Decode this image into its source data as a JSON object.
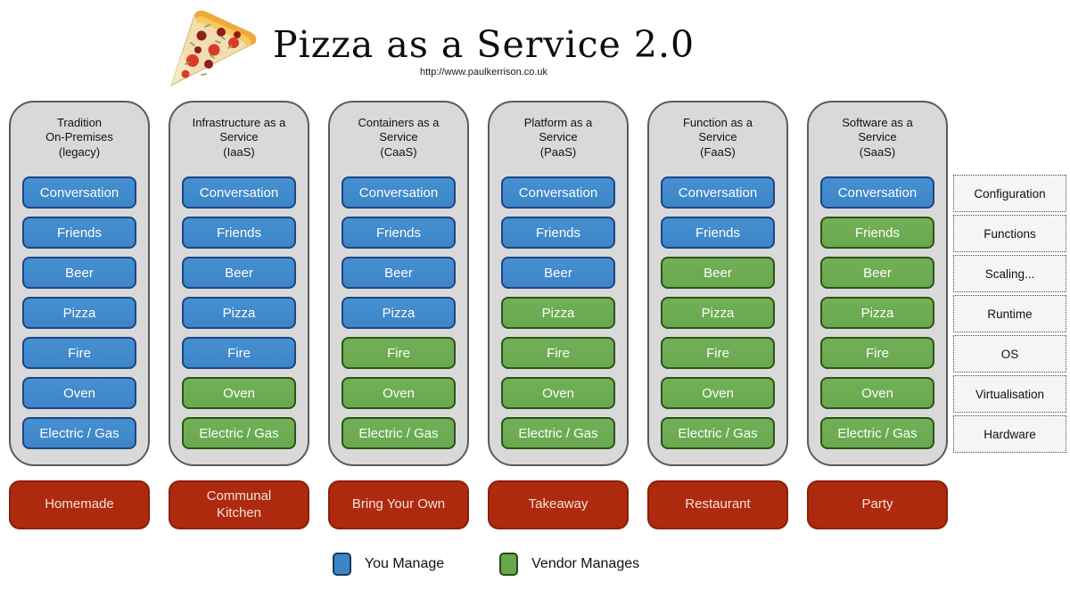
{
  "header": {
    "title": "Pizza as a Service 2.0",
    "url": "http://www.paulkerrison.co.uk",
    "icon": "pizza-slice"
  },
  "colors": {
    "you_manage_blue": "#3d85c6",
    "vendor_manages_green": "#6aa84f",
    "model_button_red": "#ae2a0f",
    "column_background": "#d9d9d9"
  },
  "columns": [
    {
      "heading": "Tradition\nOn-Premises\n(legacy)",
      "blocks": [
        {
          "label": "Conversation",
          "managed_by": "you"
        },
        {
          "label": "Friends",
          "managed_by": "you"
        },
        {
          "label": "Beer",
          "managed_by": "you"
        },
        {
          "label": "Pizza",
          "managed_by": "you"
        },
        {
          "label": "Fire",
          "managed_by": "you"
        },
        {
          "label": "Oven",
          "managed_by": "you"
        },
        {
          "label": "Electric / Gas",
          "managed_by": "you"
        }
      ]
    },
    {
      "heading": "Infrastructure as a\nService\n(IaaS)",
      "blocks": [
        {
          "label": "Conversation",
          "managed_by": "you"
        },
        {
          "label": "Friends",
          "managed_by": "you"
        },
        {
          "label": "Beer",
          "managed_by": "you"
        },
        {
          "label": "Pizza",
          "managed_by": "you"
        },
        {
          "label": "Fire",
          "managed_by": "you"
        },
        {
          "label": "Oven",
          "managed_by": "vendor"
        },
        {
          "label": "Electric / Gas",
          "managed_by": "vendor"
        }
      ]
    },
    {
      "heading": "Containers as a\nService\n(CaaS)",
      "blocks": [
        {
          "label": "Conversation",
          "managed_by": "you"
        },
        {
          "label": "Friends",
          "managed_by": "you"
        },
        {
          "label": "Beer",
          "managed_by": "you"
        },
        {
          "label": "Pizza",
          "managed_by": "you"
        },
        {
          "label": "Fire",
          "managed_by": "vendor"
        },
        {
          "label": "Oven",
          "managed_by": "vendor"
        },
        {
          "label": "Electric / Gas",
          "managed_by": "vendor"
        }
      ]
    },
    {
      "heading": "Platform as a\nService\n(PaaS)",
      "blocks": [
        {
          "label": "Conversation",
          "managed_by": "you"
        },
        {
          "label": "Friends",
          "managed_by": "you"
        },
        {
          "label": "Beer",
          "managed_by": "you"
        },
        {
          "label": "Pizza",
          "managed_by": "vendor"
        },
        {
          "label": "Fire",
          "managed_by": "vendor"
        },
        {
          "label": "Oven",
          "managed_by": "vendor"
        },
        {
          "label": "Electric / Gas",
          "managed_by": "vendor"
        }
      ]
    },
    {
      "heading": "Function as a\nService\n(FaaS)",
      "blocks": [
        {
          "label": "Conversation",
          "managed_by": "you"
        },
        {
          "label": "Friends",
          "managed_by": "you"
        },
        {
          "label": "Beer",
          "managed_by": "vendor"
        },
        {
          "label": "Pizza",
          "managed_by": "vendor"
        },
        {
          "label": "Fire",
          "managed_by": "vendor"
        },
        {
          "label": "Oven",
          "managed_by": "vendor"
        },
        {
          "label": "Electric / Gas",
          "managed_by": "vendor"
        }
      ]
    },
    {
      "heading": "Software as a\nService\n(SaaS)",
      "blocks": [
        {
          "label": "Conversation",
          "managed_by": "you"
        },
        {
          "label": "Friends",
          "managed_by": "vendor"
        },
        {
          "label": "Beer",
          "managed_by": "vendor"
        },
        {
          "label": "Pizza",
          "managed_by": "vendor"
        },
        {
          "label": "Fire",
          "managed_by": "vendor"
        },
        {
          "label": "Oven",
          "managed_by": "vendor"
        },
        {
          "label": "Electric / Gas",
          "managed_by": "vendor"
        }
      ]
    }
  ],
  "right_labels": [
    "Configuration",
    "Functions",
    "Scaling...",
    "Runtime",
    "OS",
    "Virtualisation",
    "Hardware"
  ],
  "bottom_buttons": [
    "Homemade",
    "Communal Kitchen",
    "Bring Your Own",
    "Takeaway",
    "Restaurant",
    "Party"
  ],
  "legend": {
    "you": {
      "label": "You Manage",
      "color": "#3d85c6"
    },
    "vendor": {
      "label": "Vendor Manages",
      "color": "#6aa84f"
    }
  }
}
